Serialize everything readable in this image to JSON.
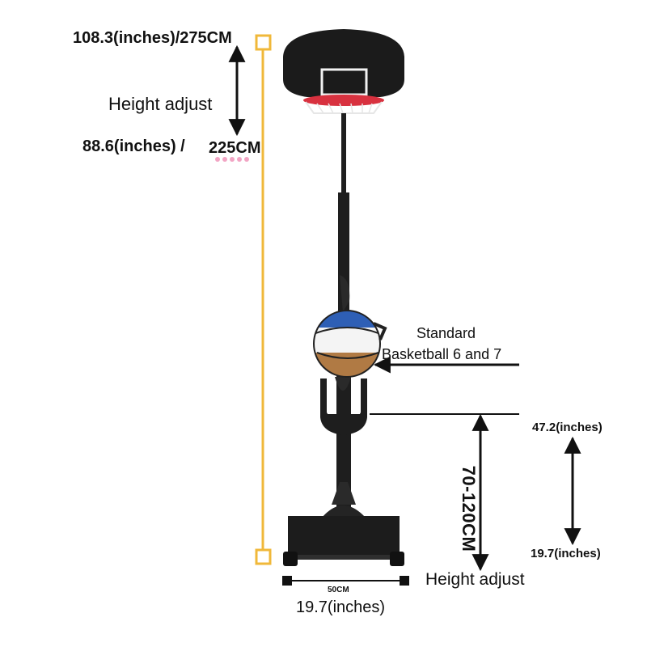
{
  "labels": {
    "top_height": "108.3(inches)/275CM",
    "height_adjust_top": "Height adjust",
    "low_height_in": "88.6(inches)  /",
    "low_height_cm": "225CM",
    "ball_label_line1": "Standard",
    "ball_label_line2": "Basketball 6 and 7",
    "holder_range": "70-120CM",
    "holder_max_in": "47.2(inches)",
    "holder_min_in": "19.7(inches)",
    "height_adjust_bottom": "Height adjust",
    "base_width_cm": "50CM",
    "base_width_in": "19.7(inches)"
  },
  "colors": {
    "measure_line": "#f0b83a",
    "arrow": "#111111",
    "board": "#1b1b1b",
    "rim": "#d8313f",
    "ball_blue": "#2e5fb5",
    "ball_white": "#f4f4f4",
    "ball_brown": "#b07a44",
    "dots": "#f2a5c4"
  }
}
